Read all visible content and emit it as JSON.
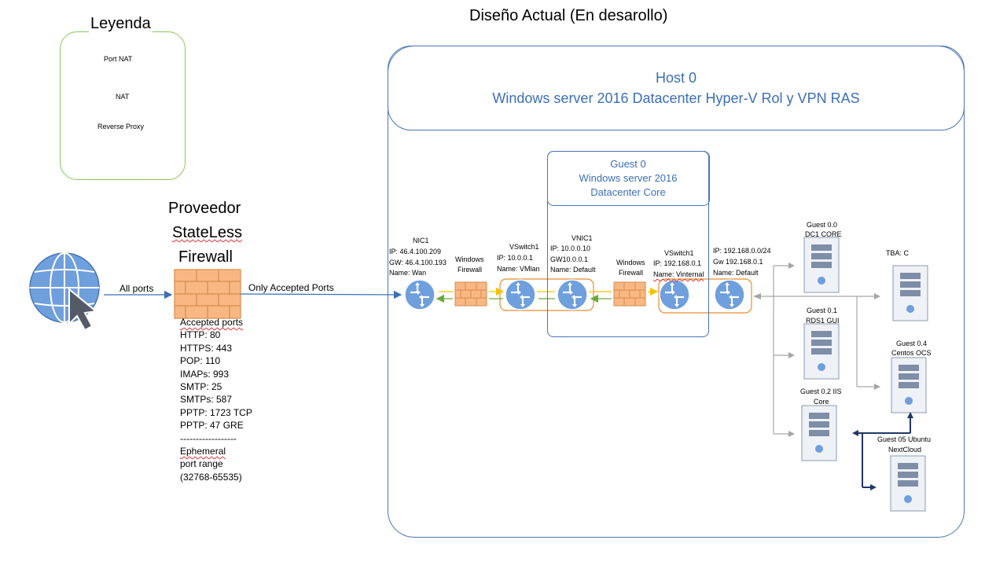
{
  "title": "Diseño Actual (En desarollo)",
  "legend": {
    "title": "Leyenda",
    "items": [
      {
        "label": "Port NAT",
        "color": "#f2c200"
      },
      {
        "label": "NAT",
        "color": "#6aaa3a"
      },
      {
        "label": "Reverse Proxy",
        "color": "#1f3864"
      }
    ]
  },
  "provider": {
    "line1": "Proveedor",
    "line2": "StateLess",
    "line3": "Firewall"
  },
  "edges": {
    "all_ports": "All ports",
    "only_accepted": "Only Accepted Ports"
  },
  "accepted_ports": {
    "heading": "Accepted ports",
    "items": [
      "HTTP: 80",
      "HTTPS: 443",
      "POP: 110",
      "IMAPs: 993",
      "SMTP: 25",
      "SMTPs: 587",
      "PPTP: 1723 TCP",
      "PPTP: 47 GRE"
    ],
    "separator": "------------------",
    "ephemeral_1": "Ephemeral",
    "ephemeral_2": "port range",
    "ephemeral_3": "(32768-65535)"
  },
  "host": {
    "line1": "Host 0",
    "line2": "Windows server 2016 Datacenter Hyper-V Rol y VPN RAS"
  },
  "guest0": {
    "line1": "Guest 0",
    "line2": "Windows server 2016",
    "line3": "Datacenter Core"
  },
  "nic1": {
    "name": "NIC1",
    "ip": "IP: 46.4.100.209",
    "gw": "GW: 46.4.100.193",
    "label": "Name: Wan"
  },
  "fw1": {
    "line1": "Windows",
    "line2": "Firewall"
  },
  "vswitch1": {
    "name": "VSwitch1",
    "ip": "IP: 10.0.0.1",
    "label": "Name: VMlan"
  },
  "vnic1": {
    "name": "VNIC1",
    "ip": "IP: 10.0.0.10",
    "gw": "GW10.0.0.1",
    "label": "Name: Default"
  },
  "fw2": {
    "line1": "Windows",
    "line2": "Firewall"
  },
  "vswitch1b": {
    "name": "VSwitch1",
    "ip": "IP: 192.168.0.1",
    "label": "Name: Vinternal"
  },
  "router_out": {
    "ip": "IP: 192.168.0.0/24",
    "gw": "Gw 192.168.0.1",
    "label": "Name: Default"
  },
  "servers": {
    "guest00": {
      "line1": "Guest 0.0",
      "line2": "DC1 CORE"
    },
    "guest01": {
      "line1": "Guest 0.1",
      "line2": "RDS1 GUI"
    },
    "guest02": {
      "line1": "Guest 0.2 IIS",
      "line2": "Core"
    },
    "tba": {
      "line1": "TBA: C"
    },
    "guest04": {
      "line1": "Guest 0.4",
      "line2": "Centos OCS"
    },
    "guest05": {
      "line1": "Guest 05 Ubuntu",
      "line2": "NextCloud"
    }
  },
  "colors": {
    "blue_line": "#3b6fb6",
    "dark_navy": "#1f3864",
    "port_nat": "#f2c200",
    "nat": "#6aaa3a",
    "router_fill": "#6f9fdc",
    "firewall_fill": "#f9b883",
    "firewall_line": "#d68a4c",
    "orange_border": "#e88b2e",
    "gray_line": "#a6a6a6"
  }
}
